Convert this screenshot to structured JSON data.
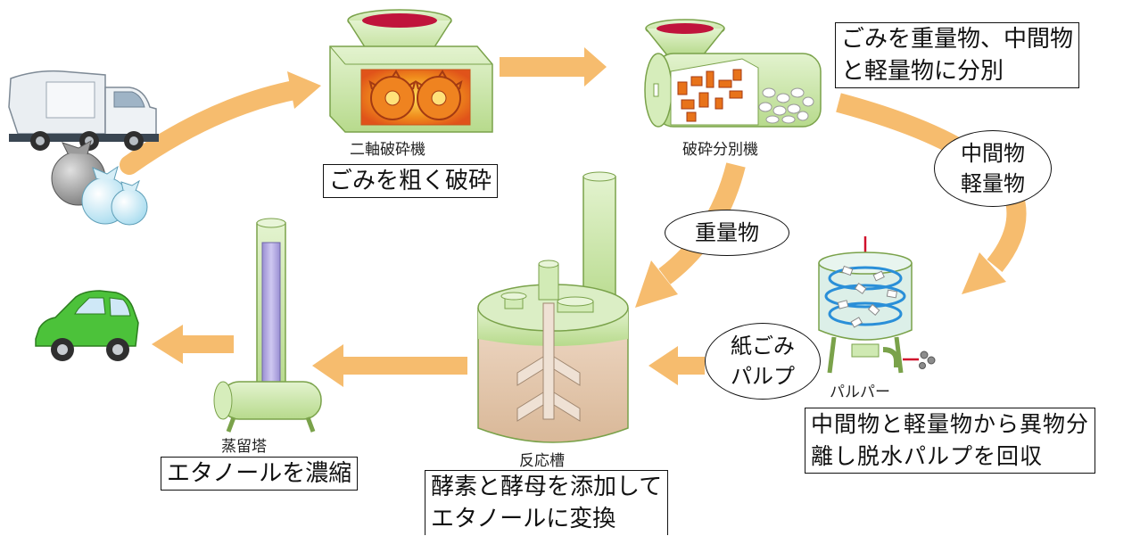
{
  "colors": {
    "arrow": "#f6bc6e",
    "machine_green": "#c9e6a4",
    "machine_outline": "#7aa24a",
    "inlet_red": "#c0143c",
    "crusher_orange": "#e8731a",
    "liquid": "#e9cdb5",
    "column": "#bdb4e6",
    "car": "#4cc23a",
    "truck": "#e9eef3"
  },
  "icons": [
    "garbage-truck-icon",
    "garbage-bag-icon",
    "car-icon"
  ],
  "machines": {
    "shredder": "二軸破砕機",
    "separator": "破砕分別機",
    "pulper": "パルパー",
    "reactor": "反応槽",
    "distiller": "蒸留塔"
  },
  "notes": {
    "shredder": "ごみを粗く破砕",
    "separator_1": "ごみを重量物、中間物",
    "separator_2": "と軽量物に分別",
    "pulper_1": "中間物と軽量物から異物分",
    "pulper_2": "離し脱水パルプを回収",
    "reactor_1": "酵素と酵母を添加して",
    "reactor_2": "エタノールに変換",
    "distiller": "エタノールを濃縮"
  },
  "flows": {
    "middle_light": "中間物\n軽量物",
    "heavy": "重量物",
    "paper_pulp": "紙ごみ\nパルプ"
  }
}
